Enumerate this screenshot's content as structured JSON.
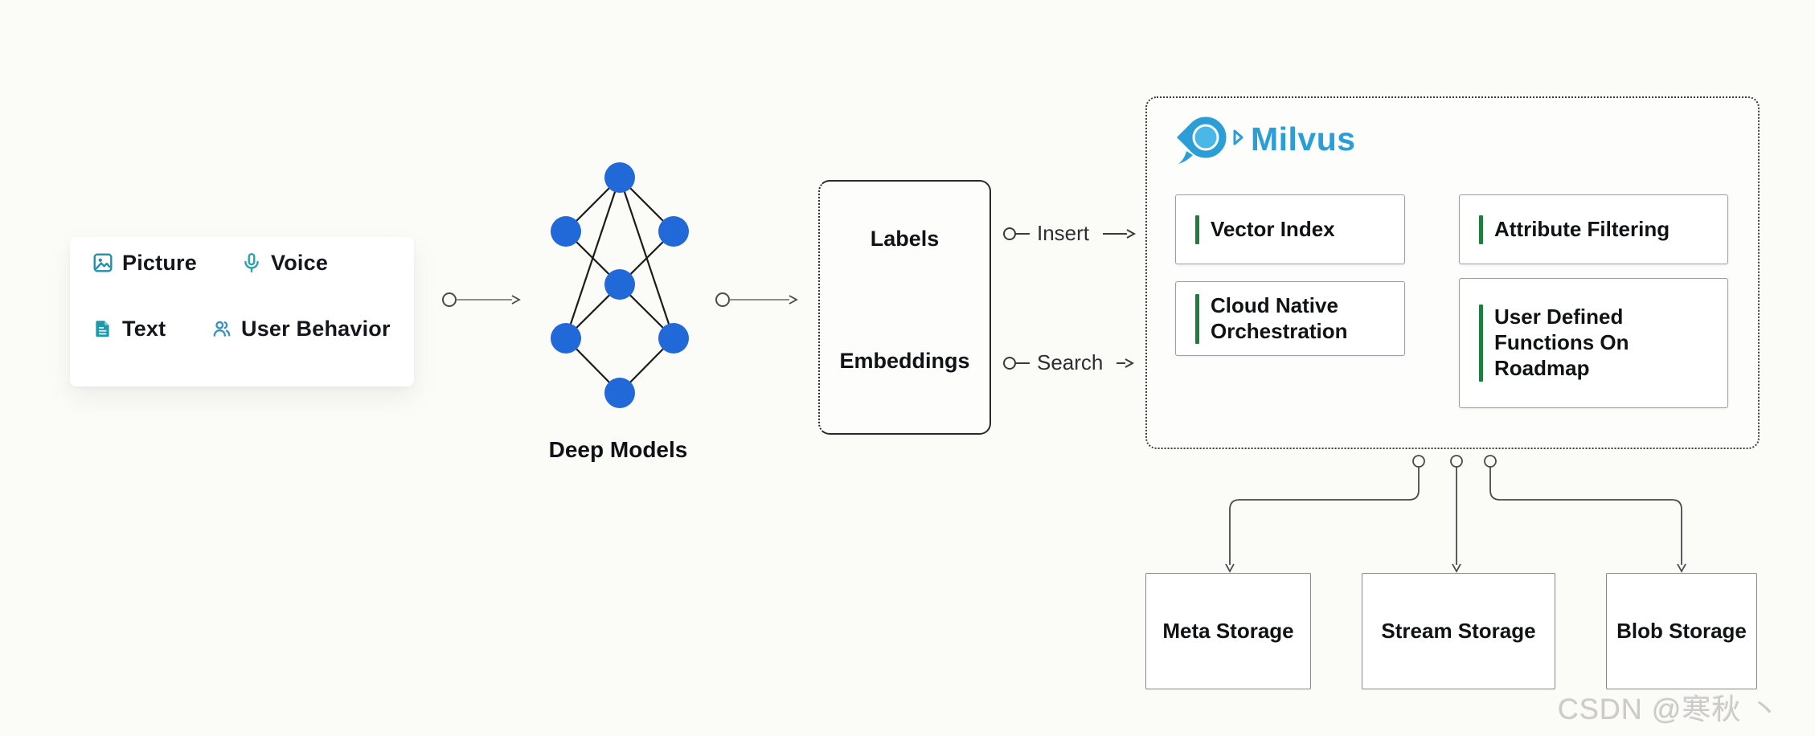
{
  "palette": {
    "node_blue": "#2168d8",
    "milvus_blue": "#2b9ed8",
    "accent_green": "#1e7e3e",
    "icon_teal": "#1f9ab0",
    "icon_blue": "#3792c6",
    "line_dark": "#1b1b1b",
    "connector_gray": "#4a4a4a"
  },
  "inputs": {
    "items": [
      {
        "label": "Picture",
        "icon": "picture-icon"
      },
      {
        "label": "Voice",
        "icon": "microphone-icon"
      },
      {
        "label": "Text",
        "icon": "document-icon"
      },
      {
        "label": "User Behavior",
        "icon": "users-icon"
      }
    ]
  },
  "deep_models": {
    "label": "Deep Models"
  },
  "embedding_box": {
    "top": "Labels",
    "bottom": "Embeddings"
  },
  "flows": {
    "insert": "Insert",
    "search": "Search"
  },
  "milvus": {
    "brand": "Milvus",
    "logo_icon": "milvus-eye-logo",
    "features": [
      {
        "label": "Vector Index"
      },
      {
        "label": "Attribute Filtering"
      },
      {
        "label": "Cloud Native\nOrchestration"
      },
      {
        "label": "User Defined\nFunctions On\nRoadmap"
      }
    ]
  },
  "storages": [
    {
      "label": "Meta Storage"
    },
    {
      "label": "Stream Storage"
    },
    {
      "label": "Blob Storage"
    }
  ],
  "watermark": {
    "text": "CSDN @寒秋 丶"
  }
}
